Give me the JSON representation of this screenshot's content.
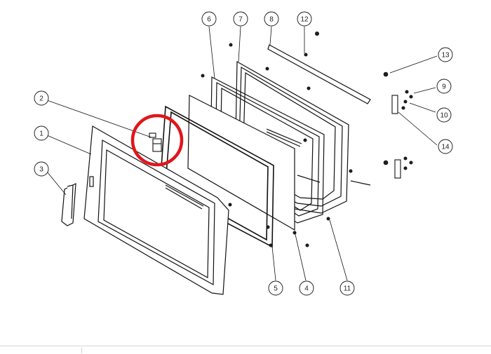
{
  "diagram": {
    "callouts": [
      {
        "id": "1",
        "label": "1"
      },
      {
        "id": "2",
        "label": "2"
      },
      {
        "id": "3",
        "label": "3"
      },
      {
        "id": "4",
        "label": "4"
      },
      {
        "id": "5",
        "label": "5"
      },
      {
        "id": "6",
        "label": "6"
      },
      {
        "id": "7",
        "label": "7"
      },
      {
        "id": "8",
        "label": "8"
      },
      {
        "id": "9",
        "label": "9"
      },
      {
        "id": "10",
        "label": "10"
      },
      {
        "id": "11",
        "label": "11"
      },
      {
        "id": "12",
        "label": "12"
      },
      {
        "id": "13",
        "label": "13"
      },
      {
        "id": "14",
        "label": "14"
      }
    ],
    "highlight_color": "#e0161b",
    "line_color": "#111111"
  }
}
